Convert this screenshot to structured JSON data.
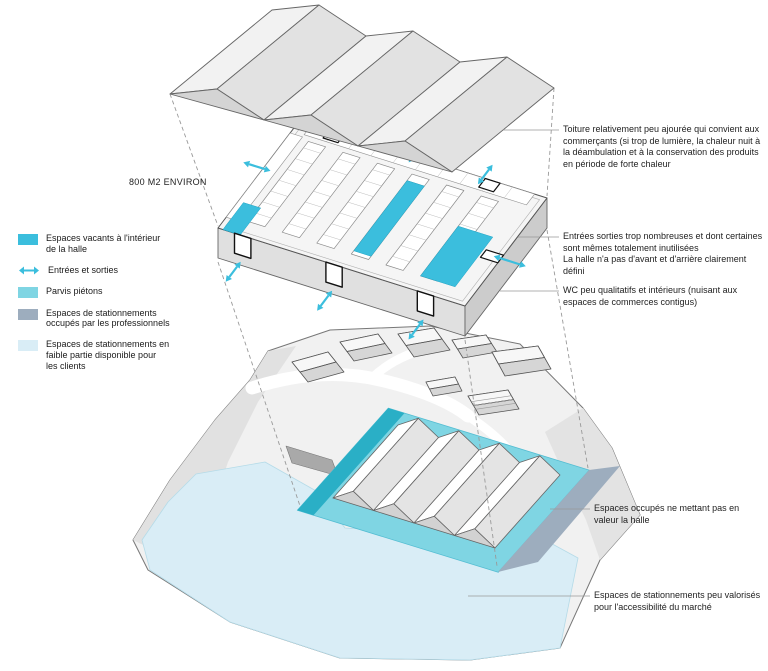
{
  "colors": {
    "cyan": "#3bbedd",
    "parvis": "#7fd5e3",
    "teal-dark": "#2aafc6",
    "parking-pro": "#9dadbe",
    "parking-client": "#d9edf6"
  },
  "labels": {
    "area": "800 M2 ENVIRON"
  },
  "legend": {
    "items": [
      {
        "label": "Espaces vacants à l'intérieur de la halle",
        "color": "#3bbedd"
      },
      {
        "label": "Entrées et sorties",
        "color": "#3bbedd"
      },
      {
        "label": "Parvis piétons",
        "color": "#7fd5e3"
      },
      {
        "label": "Espaces de stationnements occupés par les professionnels",
        "color": "#9dadbe"
      },
      {
        "label": "Espaces de stationnements en faible partie disponible pour les clients",
        "color": "#d9edf6"
      }
    ]
  },
  "annotations": [
    {
      "text": "Toiture relativement peu ajourée qui convient aux commerçants (si trop de lumière, la chaleur nuit à la déambulation et à la conservation des produits en période de forte chaleur"
    },
    {
      "text": "Entrées sorties trop nombreuses et dont certaines sont mêmes totalement inutilisées\nLa halle n'a pas d'avant et d'arrière clairement défini"
    },
    {
      "text": "WC peu qualitatifs et intérieurs (nuisant aux espaces de commerces contigus)"
    },
    {
      "text": "Espaces occupés ne mettant pas en valeur la halle"
    },
    {
      "text": "Espaces de stationnements peu valorisés pour l'accessibilité du marché"
    }
  ]
}
